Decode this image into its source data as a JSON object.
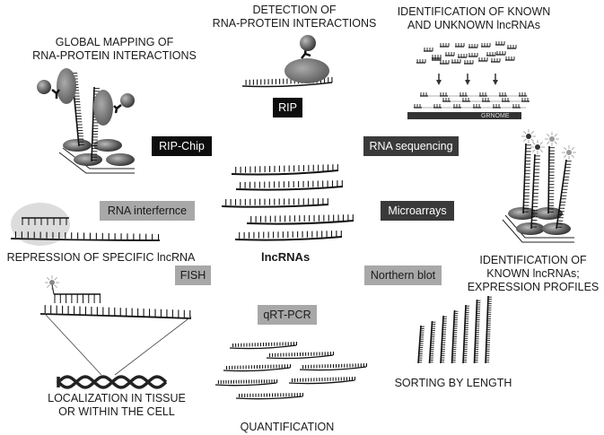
{
  "center": {
    "label": "lncRNAs"
  },
  "captions": {
    "global_mapping": [
      "GLOBAL MAPPING OF",
      "RNA-PROTEIN INTERACTIONS"
    ],
    "detection": [
      "DETECTION OF",
      "RNA-PROTEIN INTERACTIONS"
    ],
    "identification_known_unknown": [
      "IDENTIFICATION OF KNOWN",
      "AND UNKNOWN lncRNAs"
    ],
    "repression": [
      "REPRESSION OF SPECIFIC lncRNA"
    ],
    "identification_known": [
      "IDENTIFICATION OF",
      "KNOWN lncRNAs;",
      "EXPRESSION PROFILES"
    ],
    "localization": [
      "LOCALIZATION IN TISSUE",
      "OR WITHIN THE CELL"
    ],
    "quantification": [
      "QUANTIFICATION"
    ],
    "sorting": [
      "SORTING BY LENGTH"
    ]
  },
  "methods": {
    "rip_chip": "RIP-Chip",
    "rip": "RIP",
    "rna_seq": "RNA sequencing",
    "rnai": "RNA interfernce",
    "microarrays": "Microarrays",
    "fish": "FISH",
    "northern": "Northern blot",
    "qrtpcr": "qRT-PCR"
  },
  "genome_label": "GRNOME",
  "colors": {
    "dark_box": "#0d0d0d",
    "mid_box": "#3a3a3a",
    "light_box": "#a8a8a8",
    "strand": "#1a1a1a",
    "protein": "#777777",
    "highlight": "#dcdcdc"
  }
}
